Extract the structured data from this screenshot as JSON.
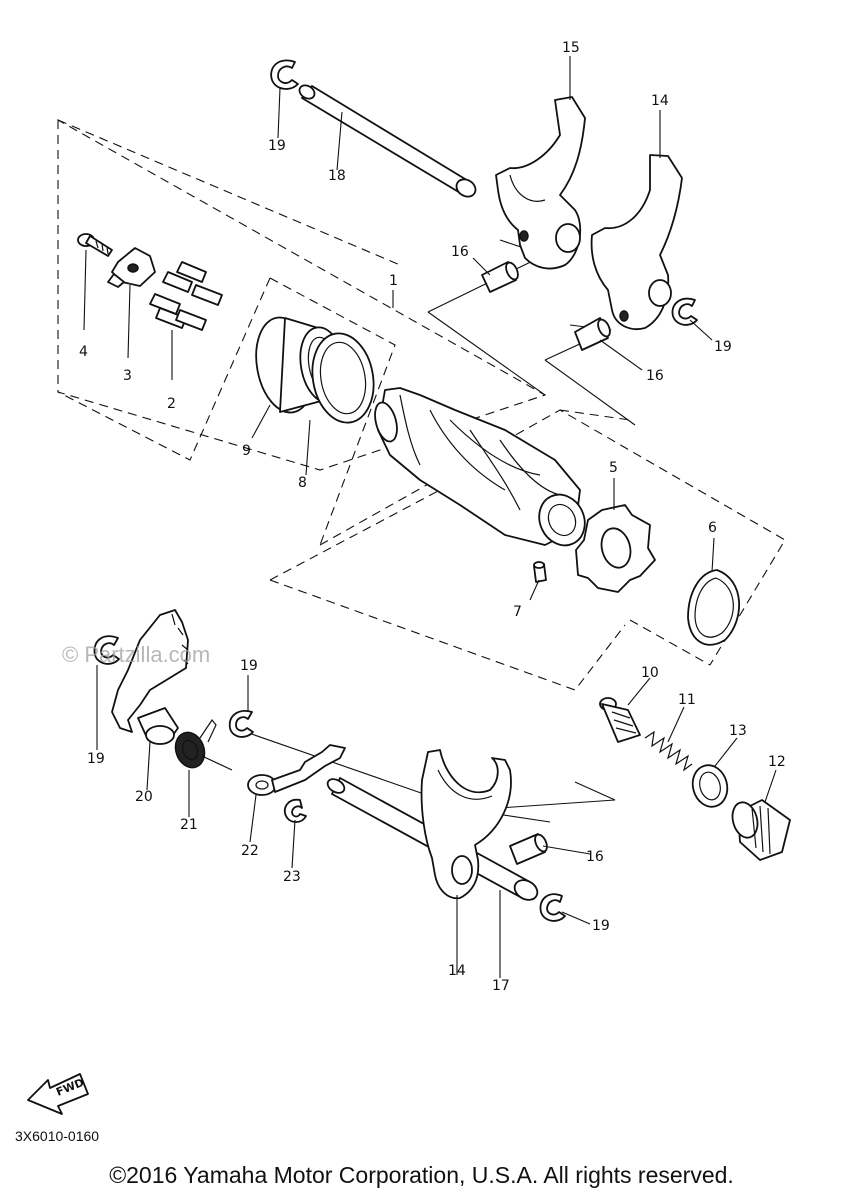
{
  "diagram": {
    "code": "3X6010-0160",
    "copyright": "©2016 Yamaha Motor Corporation, U.S.A. All rights reserved.",
    "watermark": "© Partzilla.com",
    "fwd_label": "FWD"
  },
  "callouts": [
    {
      "ref": "1",
      "part": "shift-drum-assembly"
    },
    {
      "ref": "2",
      "part": "pin"
    },
    {
      "ref": "3",
      "part": "drum-segment"
    },
    {
      "ref": "4",
      "part": "bolt"
    },
    {
      "ref": "5",
      "part": "stopper-lever-plate"
    },
    {
      "ref": "6",
      "part": "circlip"
    },
    {
      "ref": "7",
      "part": "dowel-pin"
    },
    {
      "ref": "8",
      "part": "plate"
    },
    {
      "ref": "9",
      "part": "bearing"
    },
    {
      "ref": "10",
      "part": "plunger"
    },
    {
      "ref": "11",
      "part": "spring"
    },
    {
      "ref": "12",
      "part": "plug"
    },
    {
      "ref": "13",
      "part": "gasket"
    },
    {
      "ref": "14",
      "part": "shift-fork-upper"
    },
    {
      "ref": "14",
      "part": "shift-fork-lower"
    },
    {
      "ref": "15",
      "part": "shift-fork-top"
    },
    {
      "ref": "16",
      "part": "guide-bar-pin-upper"
    },
    {
      "ref": "16",
      "part": "guide-bar-pin-middle"
    },
    {
      "ref": "16",
      "part": "guide-bar-pin-lower"
    },
    {
      "ref": "17",
      "part": "shift-fork-shaft-lower"
    },
    {
      "ref": "18",
      "part": "shift-fork-shaft-upper"
    },
    {
      "ref": "19",
      "part": "circlip-top"
    },
    {
      "ref": "19",
      "part": "circlip-right-upper"
    },
    {
      "ref": "19",
      "part": "circlip-left"
    },
    {
      "ref": "19",
      "part": "circlip-middle"
    },
    {
      "ref": "19",
      "part": "circlip-right-lower"
    },
    {
      "ref": "20",
      "part": "stopper-lever"
    },
    {
      "ref": "21",
      "part": "torsion-spring"
    },
    {
      "ref": "22",
      "part": "washer"
    },
    {
      "ref": "23",
      "part": "circlip-small"
    }
  ]
}
